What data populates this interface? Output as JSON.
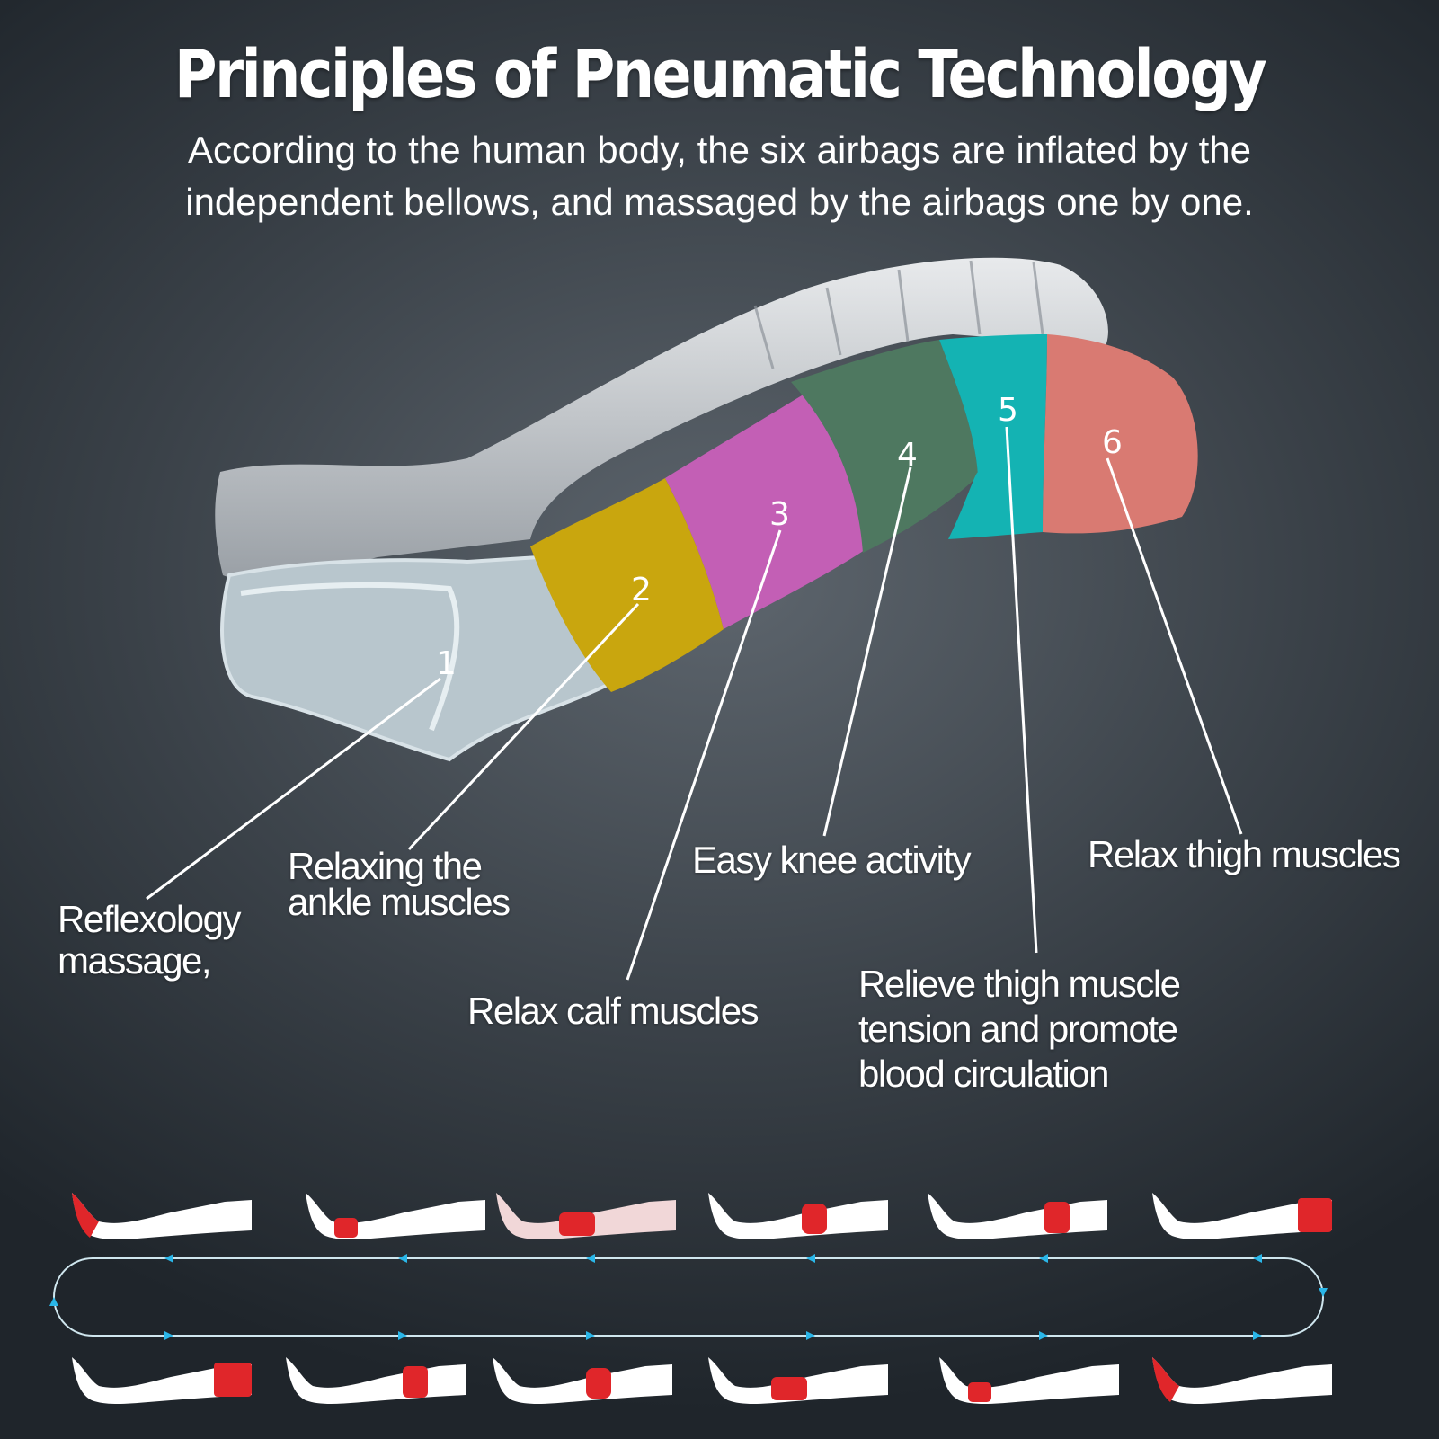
{
  "title": "Principles of Pneumatic Technology",
  "subtitle": [
    "According to the human body, the six airbags are inflated by the",
    "independent bellows, and massaged by the airbags one by one."
  ],
  "airbags": [
    {
      "number": "1",
      "color": "#b8c6cd",
      "label_lines": [
        "Reflexology",
        "massage,"
      ]
    },
    {
      "number": "2",
      "color": "#c9a60e",
      "label_lines": [
        "Relaxing the",
        "ankle muscles"
      ]
    },
    {
      "number": "3",
      "color": "#c35fb5",
      "label_lines": [
        "Relax calf muscles"
      ]
    },
    {
      "number": "4",
      "color": "#4e7860",
      "label_lines": [
        "Easy knee activity"
      ]
    },
    {
      "number": "5",
      "color": "#14b3b3",
      "label_lines": [
        "Relieve thigh muscle",
        "tension and promote",
        "blood circulation"
      ]
    },
    {
      "number": "6",
      "color": "#d97a72",
      "label_lines": [
        "Relax thigh muscles"
      ]
    }
  ],
  "cycle": {
    "highlight_color": "#e0262a",
    "loop_color": "#cfe6ee",
    "arrow_color": "#2ab6e8"
  }
}
